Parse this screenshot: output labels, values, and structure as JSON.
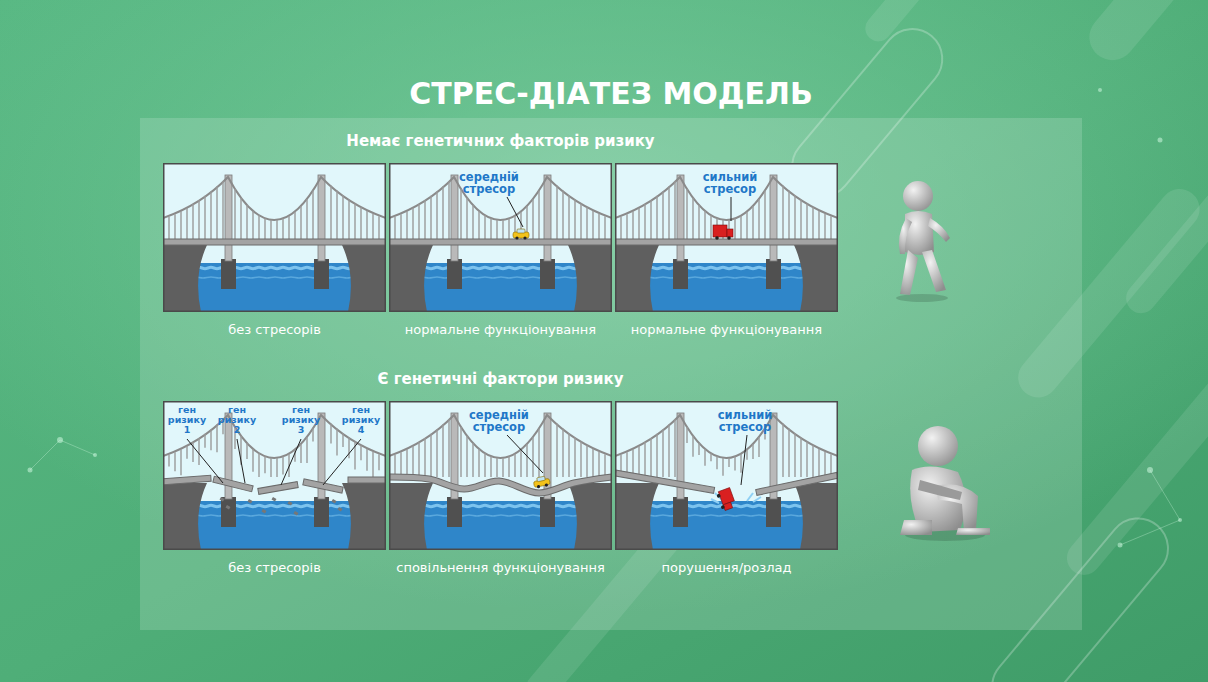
{
  "diagram": {
    "title": "СТРЕС-ДІАТЕЗ МОДЕЛЬ",
    "nodes": [
      {
        "text": [
          "без стресорів"
        ]
      },
      {
        "text": [
          "середній стресор",
          "нормальне функціонування"
        ]
      },
      {
        "text": [
          "сильний стресор",
          "нормальне функціонування"
        ]
      },
      {
        "text": [
          "ген ризику 1",
          "ген ризику 2",
          "ген ризику 3",
          "ген ризику 4",
          "без стресорів"
        ]
      },
      {
        "text": [
          "середній стресор",
          "сповільнення функціонування"
        ]
      },
      {
        "text": [
          "сильний стресор",
          "порушення/розлад"
        ]
      }
    ],
    "labels": [
      "Немає генетичних факторів ризику",
      "Є генетичні фактори ризику"
    ]
  }
}
